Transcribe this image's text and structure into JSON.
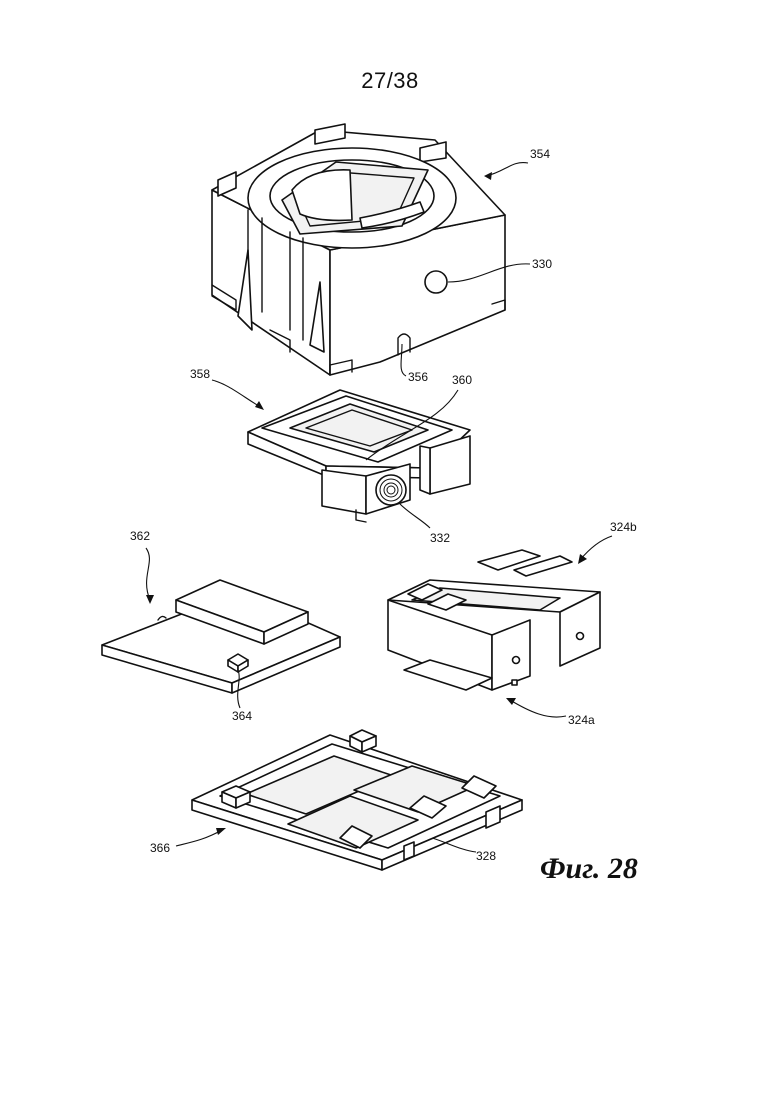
{
  "page_number": "27/38",
  "figure_caption": "Фиг. 28",
  "references": {
    "r354": "354",
    "r330": "330",
    "r356": "356",
    "r358": "358",
    "r360": "360",
    "r332": "332",
    "r362": "362",
    "r364": "364",
    "r324b": "324b",
    "r324a": "324a",
    "r366": "366",
    "r328": "328"
  }
}
